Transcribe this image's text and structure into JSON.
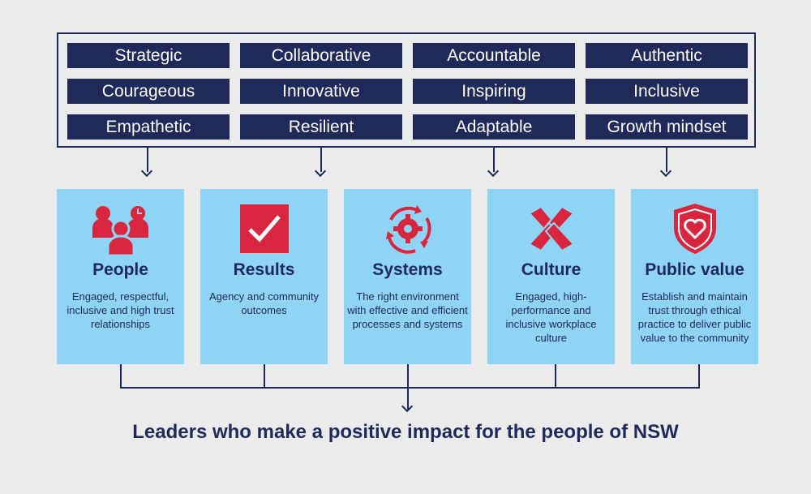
{
  "traits": [
    [
      "Strategic",
      "Collaborative",
      "Accountable",
      "Authentic"
    ],
    [
      "Courageous",
      "Innovative",
      "Inspiring",
      "Inclusive"
    ],
    [
      "Empathetic",
      "Resilient",
      "Adaptable",
      "Growth mindset"
    ]
  ],
  "cards": [
    {
      "title": "People",
      "desc": "Engaged, respectful, inclusive and high trust relationships",
      "icon": "people-icon"
    },
    {
      "title": "Results",
      "desc": "Agency and community outcomes",
      "icon": "checkbox-icon"
    },
    {
      "title": "Systems",
      "desc": "The right environment with effective and efficient processes and systems",
      "icon": "gear-cycle-icon"
    },
    {
      "title": "Culture",
      "desc": "Engaged, high-performance and inclusive workplace culture",
      "icon": "hands-together-icon"
    },
    {
      "title": "Public value",
      "desc": "Establish and maintain trust through ethical practice to deliver public value to the community",
      "icon": "shield-heart-icon"
    }
  ],
  "footer": "Leaders who make a positive impact for the people of NSW",
  "colors": {
    "navy": "#1f2a5a",
    "card": "#8fd3f5",
    "icon_red": "#d7263d",
    "background": "#ebebeb"
  }
}
